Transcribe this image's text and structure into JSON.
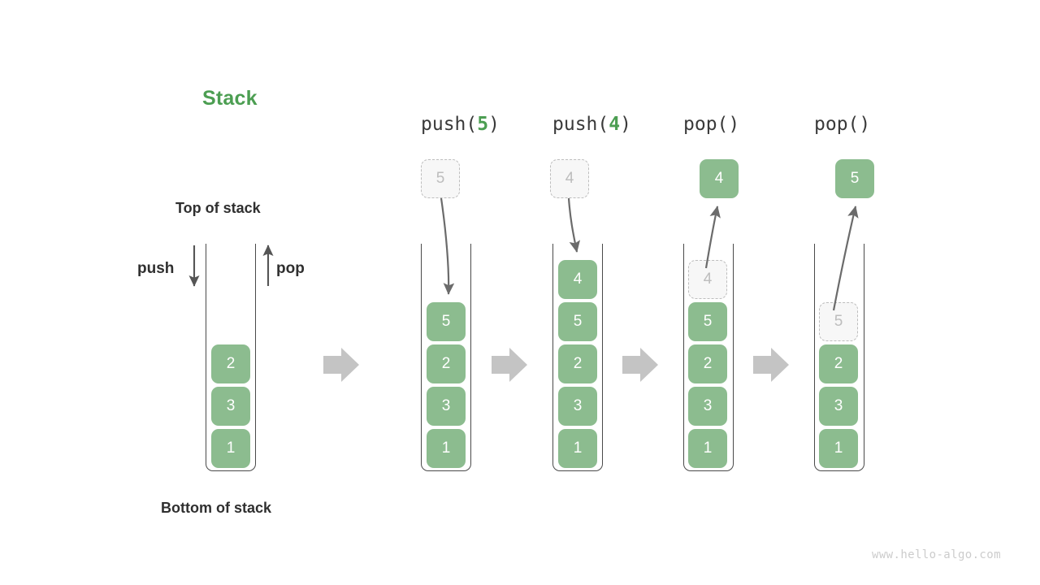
{
  "diagram": {
    "title": "Stack",
    "title_color": "#4c9e52",
    "box_color": "#8cbc8f",
    "ghost_color": "#bdbdbd",
    "arrow_color": "#c4c4c4",
    "watermark": "www.hello-algo.com",
    "labels": {
      "top_of_stack": "Top of stack",
      "bottom_of_stack": "Bottom of stack",
      "push": "push",
      "pop": "pop"
    },
    "stages": [
      {
        "op_prefix": "",
        "op_arg": "",
        "op_suffix": "",
        "contents": [
          "2",
          "3",
          "1"
        ]
      },
      {
        "op_prefix": "push(",
        "op_arg": "5",
        "op_suffix": ")",
        "incoming": "5",
        "contents": [
          "5",
          "2",
          "3",
          "1"
        ]
      },
      {
        "op_prefix": "push(",
        "op_arg": "4",
        "op_suffix": ")",
        "incoming": "4",
        "contents": [
          "4",
          "5",
          "2",
          "3",
          "1"
        ]
      },
      {
        "op_prefix": "pop(",
        "op_arg": "",
        "op_suffix": ")",
        "outgoing": "4",
        "ghost": "4",
        "contents": [
          "5",
          "2",
          "3",
          "1"
        ]
      },
      {
        "op_prefix": "pop(",
        "op_arg": "",
        "op_suffix": ")",
        "outgoing": "5",
        "ghost": "5",
        "contents": [
          "2",
          "3",
          "1"
        ]
      }
    ]
  }
}
